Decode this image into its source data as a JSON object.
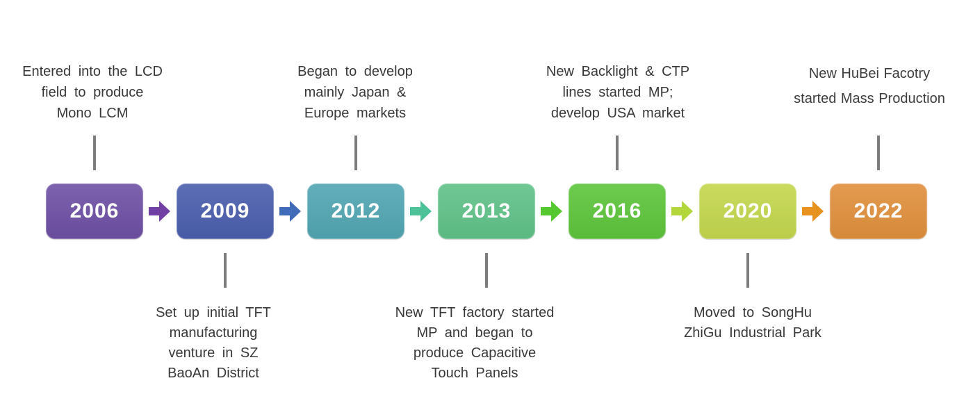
{
  "timeline": {
    "milestones": [
      {
        "year": "2006",
        "note_lines": [
          "Entered into the LCD",
          "field to produce",
          "Mono LCM"
        ],
        "note_position": "above",
        "box_color": "#6E50A5"
      },
      {
        "year": "2009",
        "note_lines": [
          "Set up initial TFT",
          "manufacturing",
          "venture in SZ",
          "BaoAn District"
        ],
        "note_position": "below",
        "box_color": "#4A5EAD"
      },
      {
        "year": "2012",
        "note_lines": [
          "Began to develop",
          "mainly Japan &",
          "Europe markets"
        ],
        "note_position": "above",
        "box_color": "#51A6B3"
      },
      {
        "year": "2013",
        "note_lines": [
          "New TFT factory started",
          "MP and began to",
          "produce Capacitive",
          "Touch Panels"
        ],
        "note_position": "below",
        "box_color": "#60C288"
      },
      {
        "year": "2016",
        "note_lines": [
          "New Backlight & CTP",
          "lines started MP;",
          "develop USA market"
        ],
        "note_position": "above",
        "box_color": "#5DC53B"
      },
      {
        "year": "2020",
        "note_lines": [
          "Moved to SongHu",
          "ZhiGu Industrial Park"
        ],
        "note_position": "below",
        "box_color": "#C4D74D"
      },
      {
        "year": "2022",
        "note_lines": [
          "New HuBei Facotry",
          "started Mass Production"
        ],
        "note_position": "above",
        "box_color": "#E1903C"
      }
    ],
    "arrows": [
      {
        "from": "2006",
        "to": "2009",
        "color": "#7040A5"
      },
      {
        "from": "2009",
        "to": "2012",
        "color": "#3F6BB8"
      },
      {
        "from": "2012",
        "to": "2013",
        "color": "#4DC298"
      },
      {
        "from": "2013",
        "to": "2016",
        "color": "#55C72F"
      },
      {
        "from": "2016",
        "to": "2020",
        "color": "#B2D63B"
      },
      {
        "from": "2020",
        "to": "2022",
        "color": "#E7911F"
      }
    ],
    "connector_color": "#7D7D7D",
    "text_color": "#383838",
    "background_color": "#FFFFFF"
  }
}
